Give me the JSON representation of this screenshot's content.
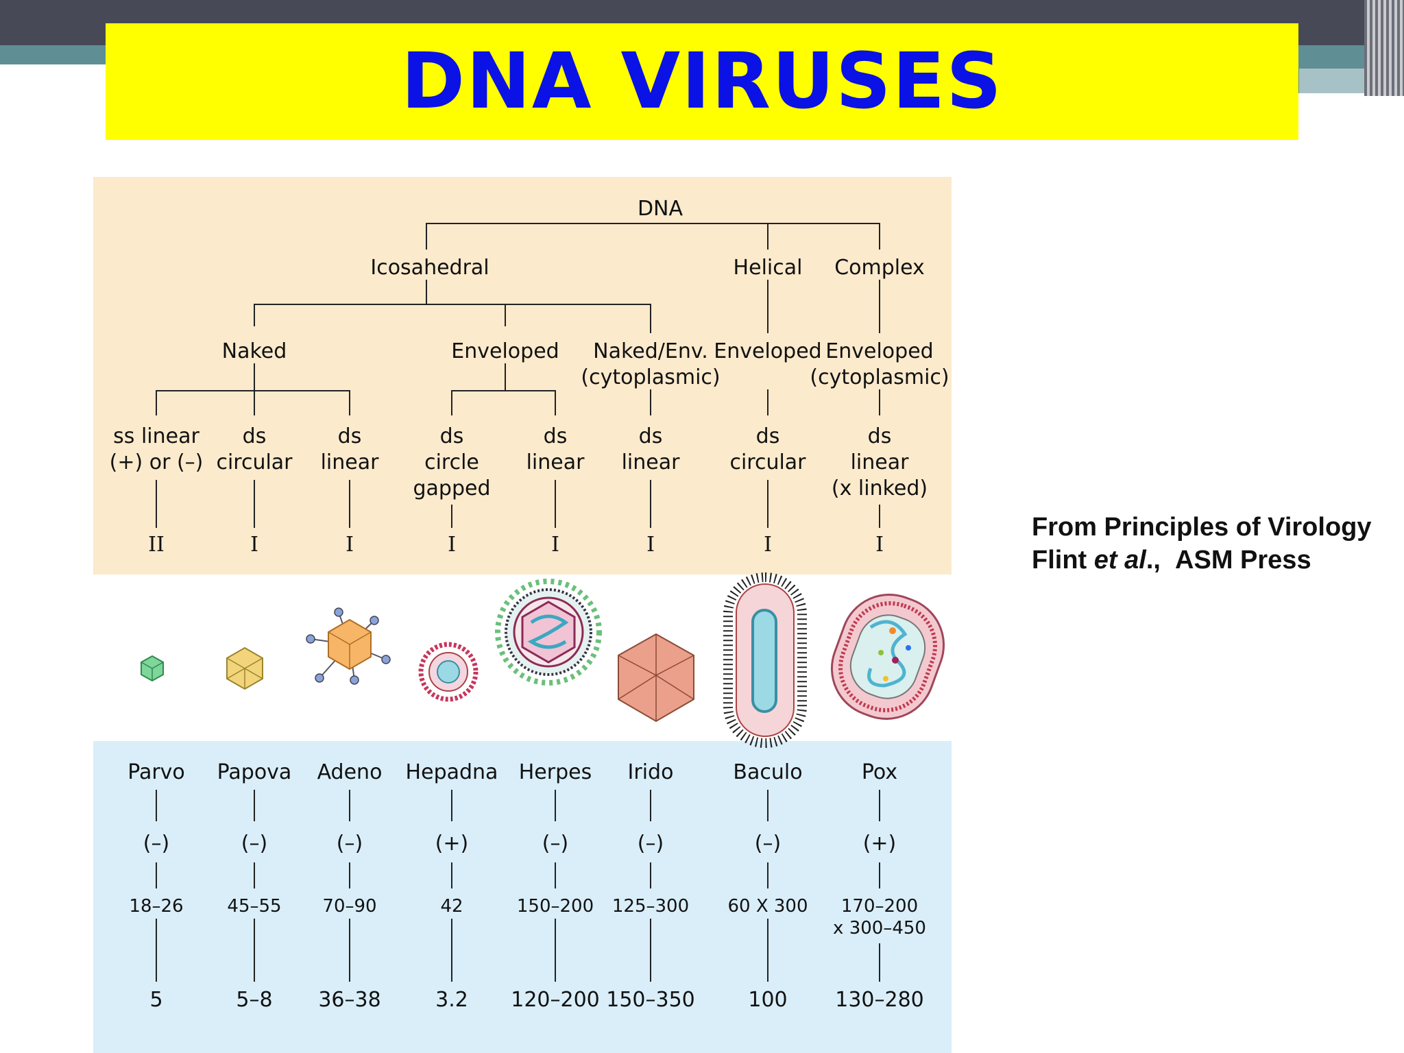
{
  "title": "DNA VIRUSES",
  "credit": {
    "line1": "From Principles of Virology",
    "line2_prefix": "Flint ",
    "line2_italic": "et al",
    "line2_suffix": ".,  ASM Press"
  },
  "tree": {
    "root": "DNA",
    "level1": [
      "Icosahedral",
      "Helical",
      "Complex"
    ],
    "level2": [
      {
        "lines": [
          "Naked"
        ]
      },
      {
        "lines": [
          "Enveloped"
        ]
      },
      {
        "lines": [
          "Naked/Env.",
          "(cytoplasmic)"
        ]
      },
      {
        "lines": [
          "Enveloped"
        ]
      },
      {
        "lines": [
          "Enveloped",
          "(cytoplasmic)"
        ]
      }
    ],
    "genome": [
      {
        "lines": [
          "ss linear",
          "(+) or (–)"
        ]
      },
      {
        "lines": [
          "ds",
          "circular"
        ]
      },
      {
        "lines": [
          "ds",
          "linear"
        ]
      },
      {
        "lines": [
          "ds",
          "circle",
          "gapped"
        ]
      },
      {
        "lines": [
          "ds",
          "linear"
        ]
      },
      {
        "lines": [
          "ds",
          "linear"
        ]
      },
      {
        "lines": [
          "ds",
          "circular"
        ]
      },
      {
        "lines": [
          "ds",
          "linear",
          "(x linked)"
        ]
      }
    ],
    "class": [
      "II",
      "I",
      "I",
      "I",
      "I",
      "I",
      "I",
      "I"
    ]
  },
  "families": [
    {
      "name": "Parvo",
      "sense": "(–)",
      "size": [
        "18–26"
      ],
      "genome_kb": "5"
    },
    {
      "name": "Papova",
      "sense": "(–)",
      "size": [
        "45–55"
      ],
      "genome_kb": "5–8"
    },
    {
      "name": "Adeno",
      "sense": "(–)",
      "size": [
        "70–90"
      ],
      "genome_kb": "36–38"
    },
    {
      "name": "Hepadna",
      "sense": "(+)",
      "size": [
        "42"
      ],
      "genome_kb": "3.2"
    },
    {
      "name": "Herpes",
      "sense": "(–)",
      "size": [
        "150–200"
      ],
      "genome_kb": "120–200"
    },
    {
      "name": "Irido",
      "sense": "(–)",
      "size": [
        "125–300"
      ],
      "genome_kb": "150–350"
    },
    {
      "name": "Baculo",
      "sense": "(–)",
      "size": [
        "60 X 300"
      ],
      "genome_kb": "100"
    },
    {
      "name": "Pox",
      "sense": "(+)",
      "size": [
        "170–200",
        "x 300–450"
      ],
      "genome_kb": "130–280"
    }
  ],
  "colors": {
    "title_bg": "#ffff00",
    "title_text": "#0a12e6",
    "tree_panel": "#fbeacc",
    "family_panel": "#d9eef9",
    "parvo": "#7fd69a",
    "papova": "#f2d57a",
    "adeno": "#f6b567",
    "hepadna": "#e58aa8",
    "herpes": "#9bd9e4",
    "irido": "#eba08b",
    "baculo": "#f6d5d8",
    "pox": "#f3c9cf"
  }
}
